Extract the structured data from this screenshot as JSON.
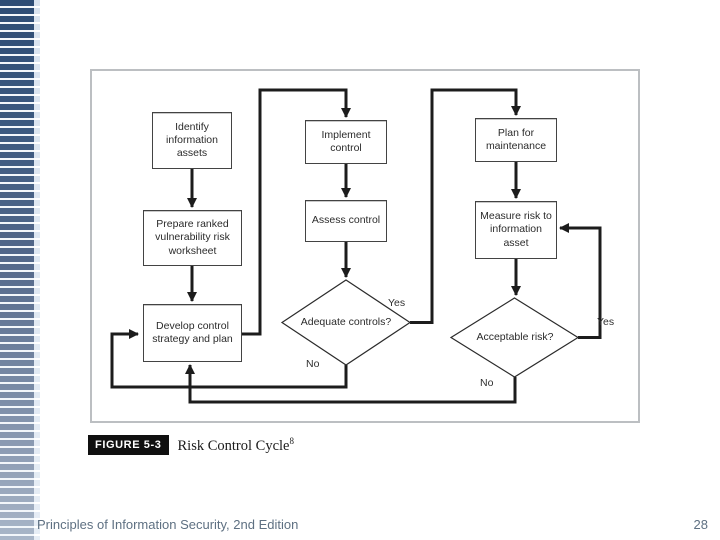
{
  "slide": {
    "footer_title": "Principles of Information Security, 2nd Edition",
    "page_number": "28"
  },
  "figure": {
    "label": "FIGURE 5-3",
    "title": "Risk Control Cycle",
    "title_superscript": "8",
    "flowchart": {
      "process_nodes": [
        {
          "id": "identify-information-assets",
          "label": "Identify information assets"
        },
        {
          "id": "prepare-ranked-vulnerability-risk-worksheet",
          "label": "Prepare ranked vulnerability risk worksheet"
        },
        {
          "id": "develop-control-strategy-and-plan",
          "label": "Develop control strategy and plan"
        },
        {
          "id": "implement-control",
          "label": "Implement control"
        },
        {
          "id": "assess-control",
          "label": "Assess control"
        },
        {
          "id": "plan-for-maintenance",
          "label": "Plan for maintenance"
        },
        {
          "id": "measure-risk-to-information-asset",
          "label": "Measure risk to information asset"
        }
      ],
      "decision_nodes": [
        {
          "id": "adequate-controls",
          "label": "Adequate controls?"
        },
        {
          "id": "acceptable-risk",
          "label": "Acceptable risk?"
        }
      ],
      "edge_labels": [
        {
          "id": "adequate-yes",
          "text": "Yes"
        },
        {
          "id": "adequate-no",
          "text": "No"
        },
        {
          "id": "acceptable-yes",
          "text": "Yes"
        },
        {
          "id": "acceptable-no",
          "text": "No"
        }
      ],
      "edges": [
        {
          "from": "identify-information-assets",
          "to": "prepare-ranked-vulnerability-risk-worksheet"
        },
        {
          "from": "prepare-ranked-vulnerability-risk-worksheet",
          "to": "develop-control-strategy-and-plan"
        },
        {
          "from": "develop-control-strategy-and-plan",
          "to": "implement-control"
        },
        {
          "from": "implement-control",
          "to": "assess-control"
        },
        {
          "from": "assess-control",
          "to": "adequate-controls"
        },
        {
          "from": "adequate-controls",
          "to": "plan-for-maintenance",
          "label": "Yes"
        },
        {
          "from": "adequate-controls",
          "to": "develop-control-strategy-and-plan",
          "label": "No"
        },
        {
          "from": "plan-for-maintenance",
          "to": "measure-risk-to-information-asset"
        },
        {
          "from": "measure-risk-to-information-asset",
          "to": "acceptable-risk"
        },
        {
          "from": "acceptable-risk",
          "to": "measure-risk-to-information-asset",
          "label": "Yes"
        },
        {
          "from": "acceptable-risk",
          "to": "develop-control-strategy-and-plan",
          "label": "No"
        }
      ]
    }
  },
  "colors": {
    "sidebar_bar_top": "#2d4c75",
    "sidebar_bar_bottom": "#a9b6c8",
    "figure_border": "#bcbfc2",
    "flow_line": "#1c1c1c",
    "caption_tag_bg": "#101010",
    "caption_tag_text": "#ffffff",
    "footer_text": "#5e7082"
  }
}
